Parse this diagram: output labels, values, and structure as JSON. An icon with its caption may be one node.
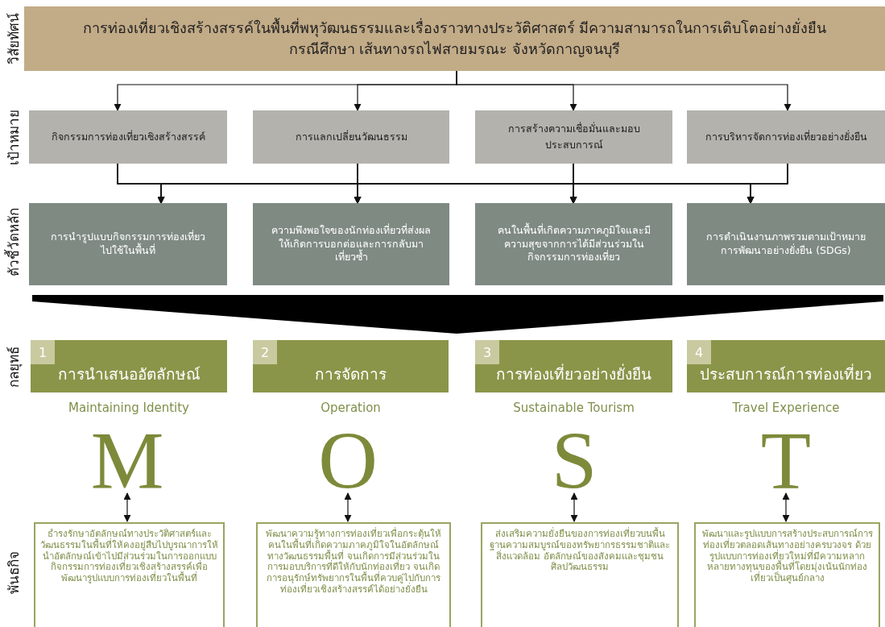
{
  "diagram": {
    "nodes": [
      {
        "text": [
          "การท่องเที่ยวเชิงสร้างสรรค์ในพื้นที่พหุวัฒนธรรมและเรื่องราวทางประวัติศาสตร์ มีความสามารถในการเติบโตอย่างยั่งยืน กรณีศึกษา เส้นทางรถไฟสายมรณะ จังหวัดกาญจนบุรี"
        ]
      },
      {
        "text": [
          "กิจกรรมการท่องเที่ยวเชิงสร้างสรรค์"
        ]
      },
      {
        "text": [
          "การแลกเปลี่ยนวัฒนธรรม"
        ]
      },
      {
        "text": [
          "การสร้างความเชื่อมั่นและมอบประสบการณ์"
        ]
      },
      {
        "text": [
          "การบริหารจัดการท่องเที่ยวอย่างยั่งยืน"
        ]
      },
      {
        "text": [
          "การนำรูปแบบกิจกรรมการท่องเที่ยวไปใช้ในพื้นที่"
        ]
      },
      {
        "text": [
          "ความพึงพอใจของนักท่องเที่ยวที่ส่งผลให้เกิดการบอกต่อและการกลับมาเที่ยวซ้ำ"
        ]
      },
      {
        "text": [
          "คนในพื้นที่เกิดความภาคภูมิใจและมีความสุขจากการได้มีส่วนร่วมในกิจกรรมการท่องเที่ยว"
        ]
      },
      {
        "text": [
          "การดำเนินงานภาพรวมตามเป้าหมายการพัฒนาอย่างยั่งยืน (SDGs)"
        ]
      },
      {
        "text": [
          "1",
          "การนำเสนออัตลักษณ์"
        ],
        "beside": [
          "Maintaining Identity"
        ]
      },
      {
        "text": [
          "2",
          "การจัดการ"
        ],
        "beside": [
          "Operation"
        ]
      },
      {
        "text": [
          "3",
          "การท่องเที่ยวอย่างยั่งยืน"
        ],
        "beside": [
          "Sustainable Tourism"
        ]
      },
      {
        "text": [
          "4",
          "ประสบการณ์การท่องเที่ยว"
        ],
        "beside": [
          "Travel Experience"
        ]
      },
      {
        "text": [
          "M"
        ]
      },
      {
        "text": [
          "O"
        ]
      },
      {
        "text": [
          "S"
        ]
      },
      {
        "text": [
          "T"
        ]
      },
      {
        "text": [
          "ธำรงรักษาอัตลักษณ์ทางประวัติศาสตร์และวัฒนธรรมในพื้นที่ให้คงอยู่สืบไปบูรณาการให้นำอัตลักษณ์เข้าไปมีส่วนร่วมในการออกแบบกิจกรรมการท่องเที่ยวเชิงสร้างสรรค์เพื่อพัฒนารูปแบบการท่องเที่ยวในพื้นที่"
        ]
      },
      {
        "text": [
          "พัฒนาความรู้ทางการท่องเที่ยวเพื่อกระตุ้นให้คนในพื้นที่เกิดความภาคภูมิใจในอัตลักษณ์ทางวัฒนธรรมพื้นที่ จนเกิดการมีส่วนร่วมในการมอบบริการที่ดีให้กับนักท่องเที่ยว จนเกิดการอนุรักษ์ทรัพยากรในพื้นที่ควบคู่ไปกับการท่องเที่ยวเชิงสร้างสรรค์ได้อย่างยั่งยืน"
        ]
      },
      {
        "text": [
          "ส่งเสริมความยั่งยืนของการท่องเที่ยวบนพื้นฐานความสมบูรณ์ของทรัพยากรธรรมชาติและสิ่งแวดล้อม อัตลักษณ์ของสังคมและชุมชน ศิลปวัฒนธรรม"
        ]
      },
      {
        "text": [
          "พัฒนาและรูปแบบการสร้างประสบการณ์การท่องเที่ยวตลอดเส้นทางอย่างครบวงจร ด้วยรูปแบบการท่องเที่ยวใหม่ที่มีความหลากหลายทางทุนของพื้นที่โดยมุ่งเน้นนักท่องเที่ยวเป็นศูนย์กลาง"
        ]
      }
    ],
    "edges": [
      {
        "from": 0,
        "to": 1,
        "arrow": "to"
      },
      {
        "from": 0,
        "to": 2,
        "arrow": "to"
      },
      {
        "from": 0,
        "to": 3,
        "arrow": "to"
      },
      {
        "from": 0,
        "to": 4,
        "arrow": "to"
      },
      {
        "from": 1,
        "to": 5,
        "arrow": "to"
      },
      {
        "from": 1,
        "to": 6,
        "arrow": "to"
      },
      {
        "from": 1,
        "to": 7,
        "arrow": "to"
      },
      {
        "from": 1,
        "to": 8,
        "arrow": "to"
      },
      {
        "from": 2,
        "to": 5,
        "arrow": "to"
      },
      {
        "from": 2,
        "to": 6,
        "arrow": "to"
      },
      {
        "from": 2,
        "to": 7,
        "arrow": "to"
      },
      {
        "from": 2,
        "to": 8,
        "arrow": "to"
      },
      {
        "from": 3,
        "to": 5,
        "arrow": "to"
      },
      {
        "from": 3,
        "to": 6,
        "arrow": "to"
      },
      {
        "from": 3,
        "to": 7,
        "arrow": "to"
      },
      {
        "from": 3,
        "to": 8,
        "arrow": "to"
      },
      {
        "from": 4,
        "to": 5,
        "arrow": "to"
      },
      {
        "from": 4,
        "to": 6,
        "arrow": "to"
      },
      {
        "from": 4,
        "to": 7,
        "arrow": "to"
      },
      {
        "from": 4,
        "to": 8,
        "arrow": "to"
      },
      {
        "from": 13,
        "to": 17,
        "arrow": "both"
      },
      {
        "from": 14,
        "to": 18,
        "arrow": "both"
      },
      {
        "from": 15,
        "to": 19,
        "arrow": "both"
      },
      {
        "from": 16,
        "to": 20,
        "arrow": "both"
      }
    ],
    "labels": [
      "วิสัยทัศน์",
      "เป้าหมาย",
      "ตัวชี้วัดหลัก",
      "กลยุทธ์",
      "พันธกิจ"
    ]
  }
}
